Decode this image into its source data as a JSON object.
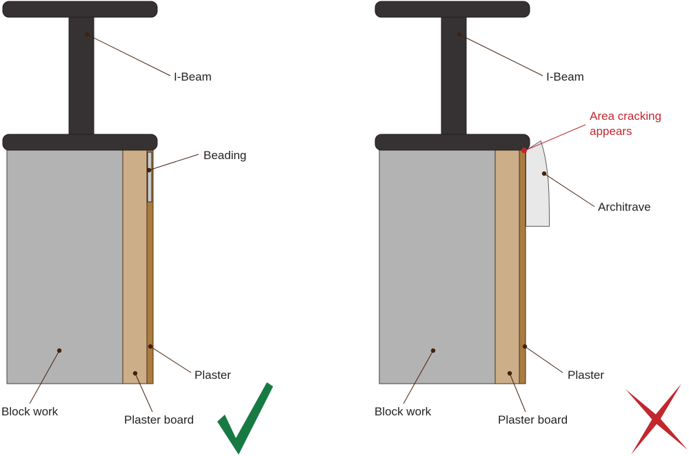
{
  "colors": {
    "beam": "#363233",
    "beam_outline": "#231f20",
    "block_work": "#b3b3b3",
    "block_outline": "#3f3f3f",
    "plaster_board": "#ccae89",
    "plaster": "#aa7c41",
    "wood_outline": "#4a2f14",
    "beading": "#c9c9c9",
    "beading_outline": "#2e2b2c",
    "architrave": "#e8e8e8",
    "architrave_outline": "#5a5a5a",
    "leader": "#42210b",
    "label_text": "#231f20",
    "incorrect_red": "#c1272d",
    "correct_green": "#177a43"
  },
  "left_panel": {
    "name": "correct-installation",
    "verdict_icon": "green-checkmark",
    "labels": {
      "i_beam": "I-Beam",
      "beading": "Beading",
      "plaster": "Plaster",
      "block_work": "Block work",
      "plaster_board": "Plaster board"
    }
  },
  "right_panel": {
    "name": "incorrect-installation",
    "verdict_icon": "red-cross",
    "labels": {
      "i_beam": "I-Beam",
      "area_cracking_line1": "Area cracking",
      "area_cracking_line2": "appears",
      "architrave": "Architrave",
      "plaster": "Plaster",
      "block_work": "Block work",
      "plaster_board": "Plaster board"
    }
  }
}
